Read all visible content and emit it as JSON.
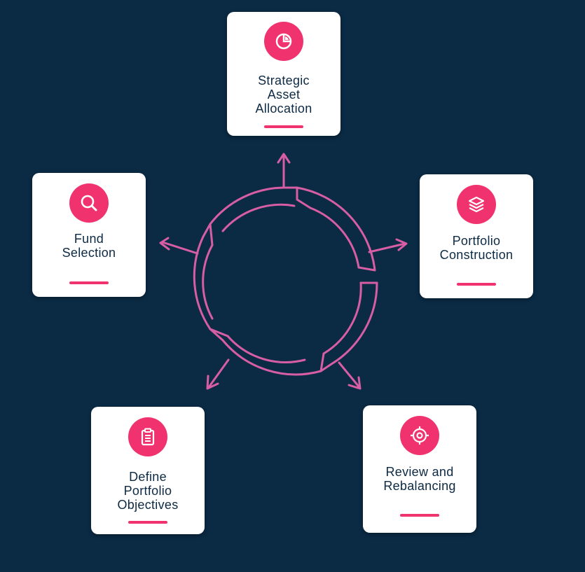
{
  "diagram": {
    "accent_color": "#f0336f",
    "background_color": "#0b2a44",
    "ring_color": "#d75ea5",
    "steps": [
      {
        "label": "Strategic\nAsset\nAllocation",
        "icon": "pie-chart-icon"
      },
      {
        "label": "Portfolio\nConstruction",
        "icon": "layers-icon"
      },
      {
        "label": "Review and\nRebalancing",
        "icon": "target-icon"
      },
      {
        "label": "Define\nPortfolio\nObjectives",
        "icon": "clipboard-icon"
      },
      {
        "label": "Fund\nSelection",
        "icon": "search-icon"
      }
    ]
  }
}
